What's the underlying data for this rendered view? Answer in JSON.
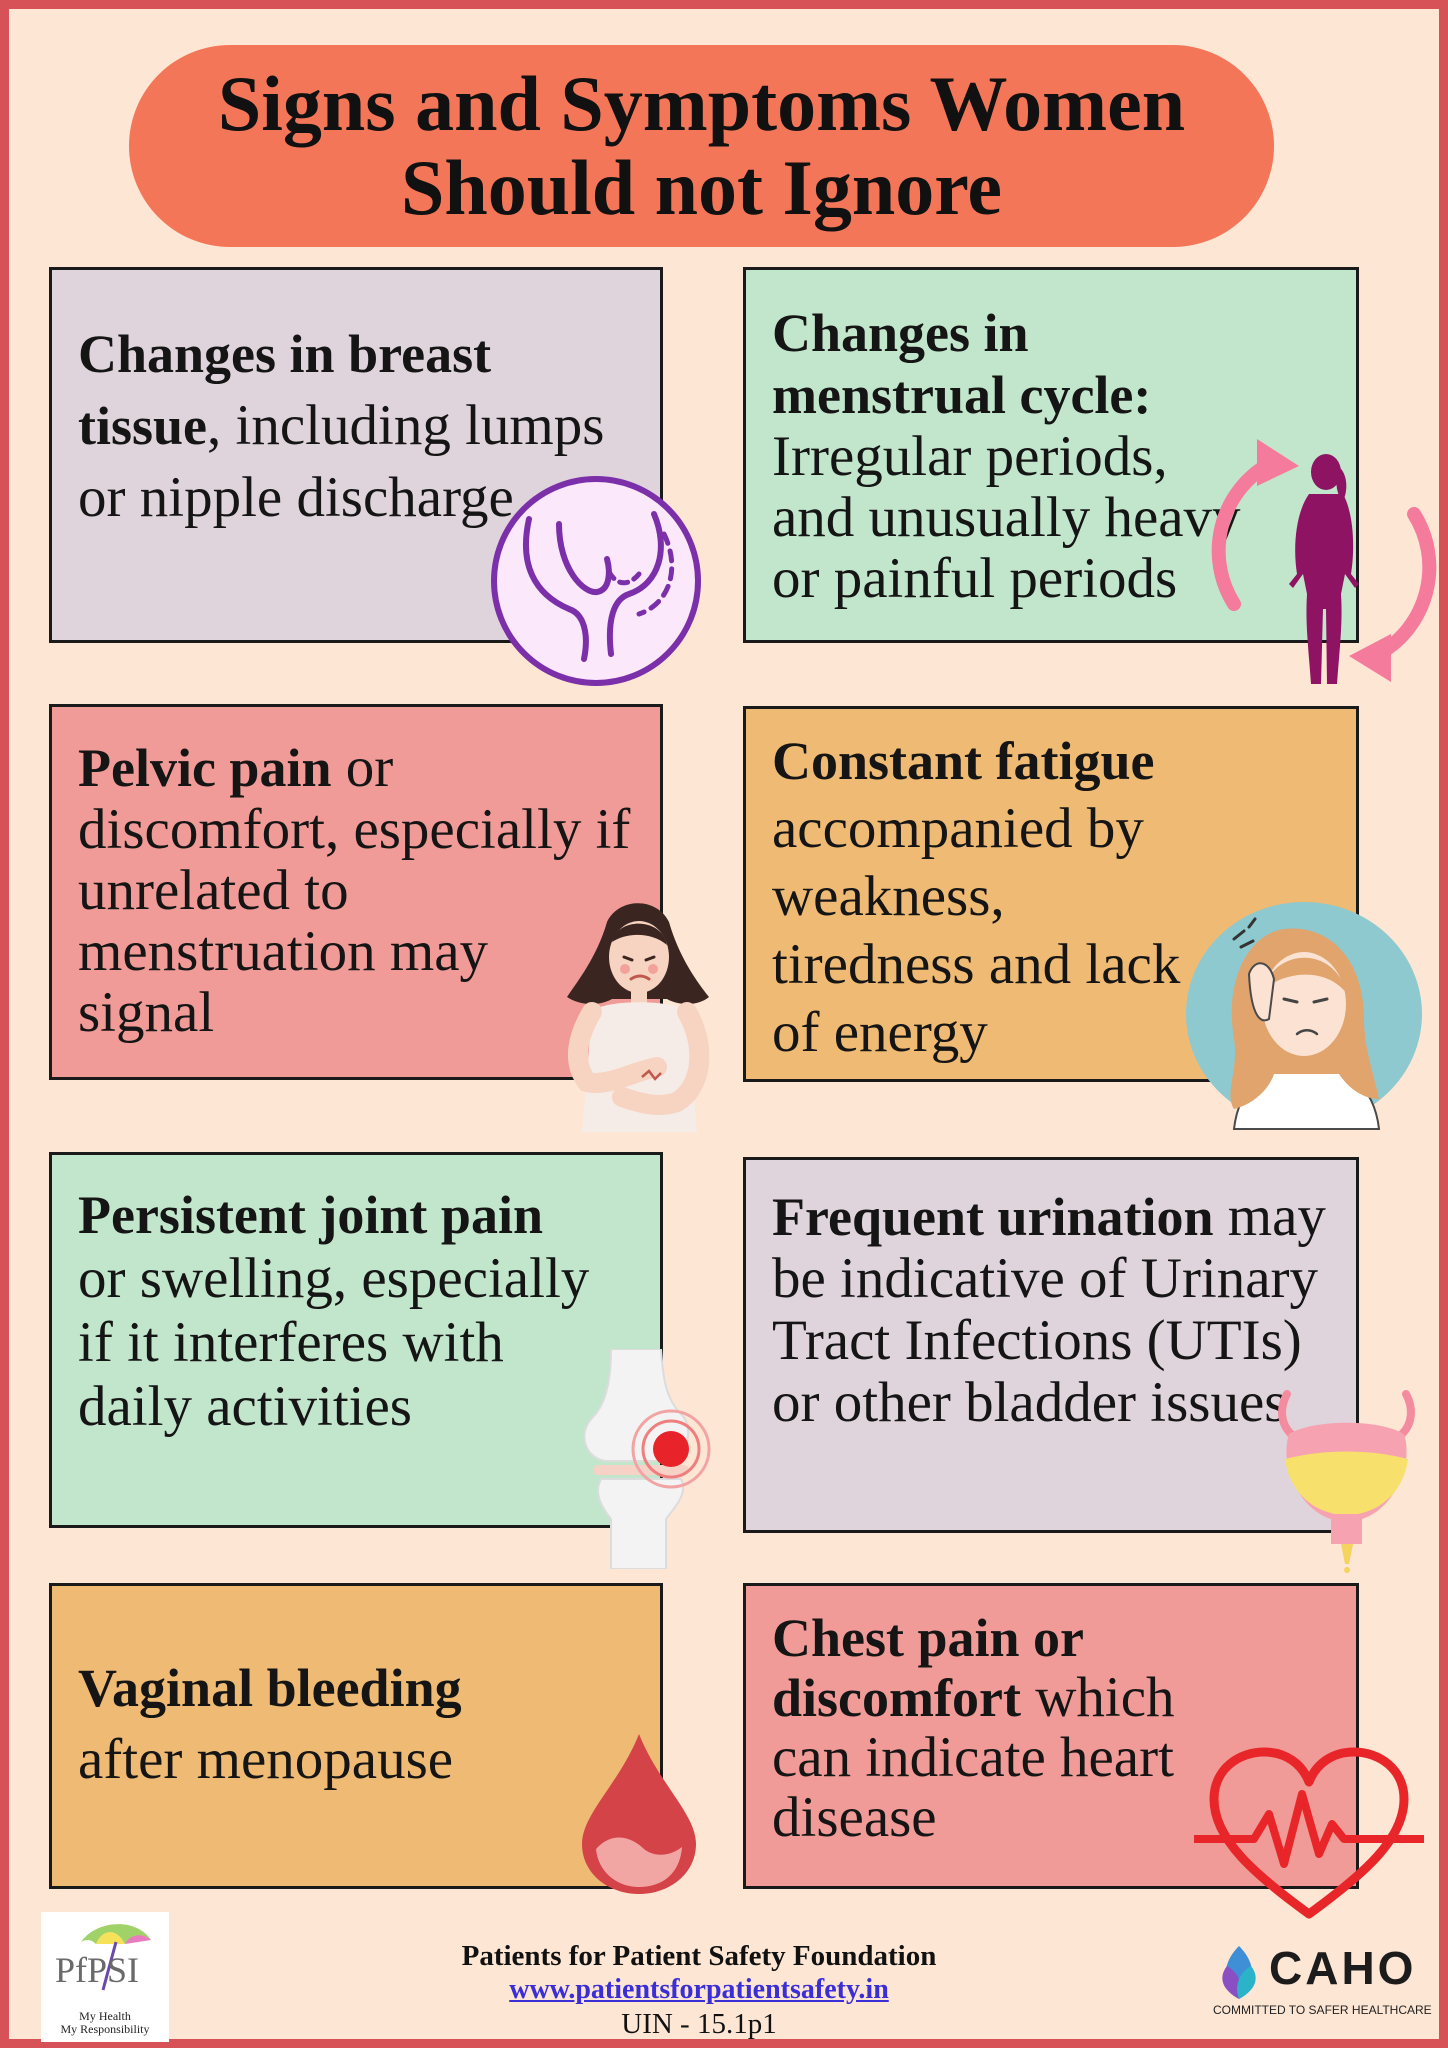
{
  "title": {
    "line1": "Signs and Symptoms Women",
    "line2": "Should not Ignore"
  },
  "cards": [
    {
      "bold": "Changes in breast tissue",
      "rest": ", including lumps or nipple discharge.",
      "icon": "breast-outline-icon"
    },
    {
      "bold": "Changes in menstrual cycle:",
      "rest": " Irregular periods, and unusually heavy or painful periods",
      "icon": "woman-cycle-icon"
    },
    {
      "bold": "Pelvic pain",
      "rest": " or discomfort, especially if unrelated to menstruation may signal",
      "icon": "woman-abdominal-pain-icon"
    },
    {
      "bold": "Constant fatigue",
      "rest": " accompanied by weakness, tiredness and lack of energy",
      "icon": "tired-woman-icon"
    },
    {
      "bold": "Persistent joint pain",
      "rest": " or swelling, especially if it interferes with daily activities",
      "icon": "knee-joint-pain-icon"
    },
    {
      "bold": "Frequent urination",
      "rest": " may be indicative of Urinary Tract Infections (UTIs) or other bladder issues",
      "icon": "bladder-icon"
    },
    {
      "bold": "Vaginal bleeding",
      "rest": " after menopause",
      "icon": "blood-drop-icon"
    },
    {
      "bold": "Chest pain or discomfort",
      "rest": " which can indicate heart disease",
      "icon": "heart-pulse-icon"
    }
  ],
  "footer": {
    "org": "Patients for Patient Safety Foundation",
    "url": "www.patientsforpatientsafety.in",
    "uin": "UIN - 15.1p1",
    "left_logo": {
      "mark": "PfPSI",
      "tagline_1": "My Health",
      "tagline_2": "My Responsibility"
    },
    "right_logo": {
      "name": "CAHO",
      "tagline": "COMMITTED TO SAFER HEALTHCARE"
    }
  },
  "colors": {
    "background": "#fde6d4",
    "border": "#d65257",
    "title_pill": "#f47658",
    "lavender": "#e0d4dc",
    "mint": "#c2e6cc",
    "rose": "#f09b97",
    "amber": "#efbb74"
  }
}
